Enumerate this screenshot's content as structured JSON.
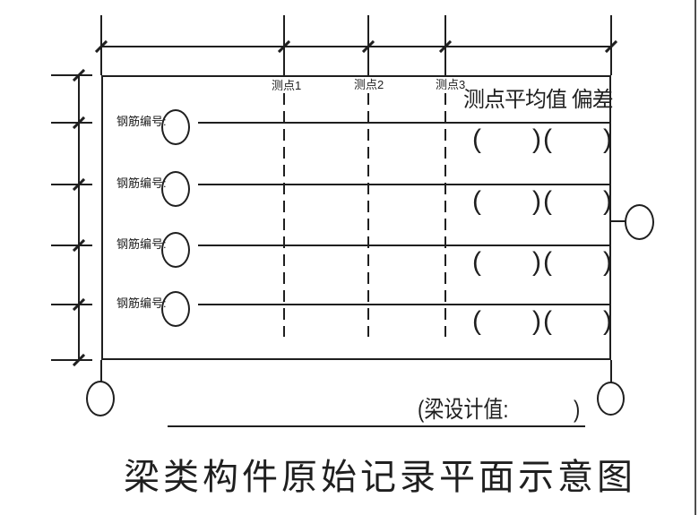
{
  "drawing": {
    "measure_points": [
      {
        "label": "测点1"
      },
      {
        "label": "测点2"
      },
      {
        "label": "测点3"
      }
    ],
    "avg_header": "测点平均值 偏差",
    "rows": [
      {
        "label": "钢筋编号:"
      },
      {
        "label": "钢筋编号:"
      },
      {
        "label": "钢筋编号:"
      },
      {
        "label": "钢筋编号:"
      }
    ],
    "glyphs": {
      "open_paren": "(",
      "close_paren": ")"
    },
    "footer": {
      "design_value_label": "(梁设计值:",
      "design_value_close": ")"
    },
    "title": "梁类构件原始记录平面示意图",
    "colors": {
      "line": "#1f1f1f",
      "background": "#ffffff",
      "right_border": "#4d4d4d"
    }
  }
}
